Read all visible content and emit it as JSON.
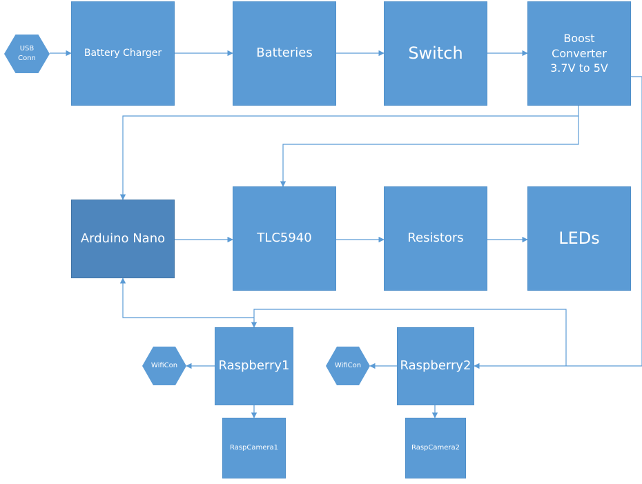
{
  "diagram": {
    "nodes": {
      "usb_conn": "USB\nConn",
      "battery_charger": "Battery Charger",
      "batteries": "Batteries",
      "switch": "Switch",
      "boost_converter": "Boost\nConverter\n3.7V to 5V",
      "arduino_nano": "Arduino Nano",
      "tlc5940": "TLC5940",
      "resistors": "Resistors",
      "leds": "LEDs",
      "raspberry1": "Raspberry1",
      "raspberry2": "Raspberry2",
      "wificon_1": "WifiCon",
      "wificon_2": "WifiCon",
      "raspcamera1": "RaspCamera1",
      "raspcamera2": "RaspCamera2"
    },
    "edges": [
      {
        "from": "usb_conn",
        "to": "battery_charger"
      },
      {
        "from": "battery_charger",
        "to": "batteries"
      },
      {
        "from": "batteries",
        "to": "switch"
      },
      {
        "from": "switch",
        "to": "boost_converter"
      },
      {
        "from": "boost_converter",
        "to": "arduino_nano"
      },
      {
        "from": "boost_converter",
        "to": "tlc5940"
      },
      {
        "from": "boost_converter",
        "to": "raspberry2"
      },
      {
        "from": "arduino_nano",
        "to": "tlc5940"
      },
      {
        "from": "tlc5940",
        "to": "resistors"
      },
      {
        "from": "resistors",
        "to": "leds"
      },
      {
        "from": "raspberry1",
        "to": "arduino_nano"
      },
      {
        "from": "raspberry2",
        "to": "raspberry1"
      },
      {
        "from": "raspberry1",
        "to": "wificon_1"
      },
      {
        "from": "raspberry2",
        "to": "wificon_2"
      },
      {
        "from": "raspberry1",
        "to": "raspcamera1"
      },
      {
        "from": "raspberry2",
        "to": "raspcamera2"
      }
    ],
    "colors": {
      "box_fill": "#5b9bd5",
      "box_fill_dark": "#4e86bd",
      "connector": "#5b9bd5",
      "text": "#ffffff"
    }
  }
}
